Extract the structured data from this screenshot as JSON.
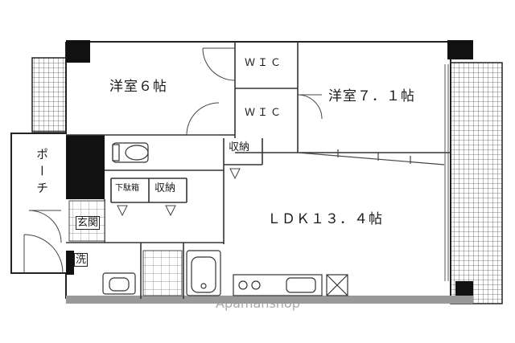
{
  "floorplan": {
    "rooms": {
      "western_room_1": "洋室６帖",
      "western_room_2": "洋室７．１帖",
      "wic_1": "ＷＩＣ",
      "wic_2": "ＷＩＣ",
      "ldk": "ＬＤＫ１３．４帖",
      "storage_1": "収納",
      "storage_2": "収納",
      "shoe_storage": "下駄箱",
      "entrance": "玄関",
      "washroom": "洗",
      "porch": "ポーチ"
    },
    "watermark": "Apamanshop",
    "colors": {
      "wall": "#111111",
      "line": "#333333",
      "tile": "#555555",
      "floor_band": "#999999"
    }
  }
}
